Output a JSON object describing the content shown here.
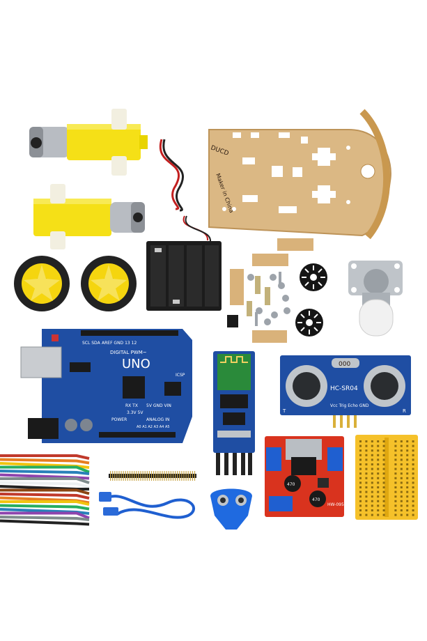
{
  "labels": {
    "chassis_line1": "DUCD",
    "chassis_line2": "Maker in China",
    "uno_title": "UNO",
    "uno_brand": "DIGITAL PWM~",
    "uno_scl": "SCL SDA",
    "uno_aref": "AREF GND 13 12",
    "uno_icsp": "ICSP",
    "uno_power": "POWER",
    "uno_analog": "ANALOG IN",
    "uno_txrx": "RX TX",
    "uno_vin": "5V GND VIN",
    "uno_33v": "3.3V 5V",
    "uno_a0": "A0 A1 A2 A3 A4 A5",
    "sonar_model": "HC-SR04",
    "sonar_crystal": "000",
    "sonar_pins": "Vcc Trig Echo GND",
    "sonar_t": "T",
    "sonar_r": "R",
    "l298_model": "HW-095",
    "cap_value_1": "470",
    "cap_value_2": "470"
  },
  "colors": {
    "motor_yellow": "#f5e017",
    "acrylic": "#d9b27a",
    "pcb_blue": "#1f4ea3",
    "l298_red": "#d9331e",
    "breadboard_yellow": "#f5c12a",
    "wheel_tyre": "#222222"
  }
}
